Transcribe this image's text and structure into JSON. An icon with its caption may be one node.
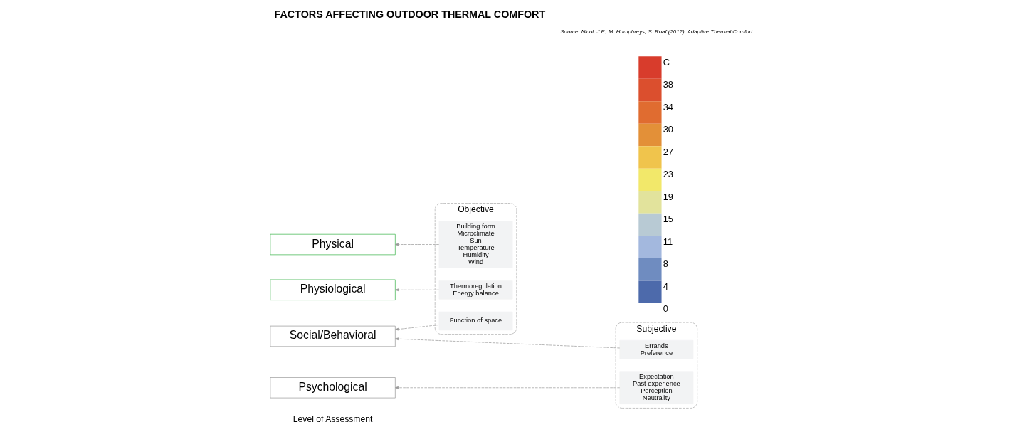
{
  "diagram": {
    "title": "FACTORS AFFECTING OUTDOOR THERMAL COMFORT",
    "caption": "Source: Nicol, J.F., M. Humphreys, S. Roaf (2012). Adaptive Thermal Comfort.",
    "nodes": [
      {
        "text": [
          "Physical"
        ]
      },
      {
        "text": [
          "Physiological"
        ]
      },
      {
        "text": [
          "Psychological"
        ]
      },
      {
        "text": [
          "Social/Behavioral"
        ]
      },
      {
        "text": [
          "Objective"
        ]
      },
      {
        "text": [
          "Building form",
          "Microclimate",
          "Sun",
          "Temperature",
          "Humidity",
          "Wind"
        ],
        "in": 4
      },
      {
        "text": [
          "Thermoregulation",
          "Energy balance"
        ],
        "in": 4
      },
      {
        "text": [
          "Function of space"
        ],
        "in": 4
      },
      {
        "text": [
          "Subjective"
        ]
      },
      {
        "text": [
          "Expectation",
          "Past experience",
          "Perception",
          "Neutrality"
        ],
        "in": 8
      },
      {
        "text": [
          "Errands",
          "Preference"
        ],
        "in": 8
      }
    ],
    "edges": [
      {
        "from": 5,
        "to": 0,
        "arrow": "to",
        "style": "dashed"
      },
      {
        "from": 6,
        "to": 1,
        "arrow": "to",
        "style": "dashed"
      },
      {
        "from": 9,
        "to": 2,
        "arrow": "to",
        "style": "dashed"
      },
      {
        "from": 7,
        "to": 3,
        "arrow": "to",
        "style": "dashed"
      },
      {
        "from": 10,
        "to": 3,
        "arrow": "to",
        "style": "dashed"
      }
    ],
    "labels": [
      "Level of Assessment",
      "0"
    ],
    "legend": [
      {
        "text": "C",
        "color": "#d83c2c"
      },
      {
        "text": "38",
        "color": "#db4f2e"
      },
      {
        "text": "34",
        "color": "#e06c30"
      },
      {
        "text": "30",
        "color": "#e39038"
      },
      {
        "text": "27",
        "color": "#f0c44c"
      },
      {
        "text": "23",
        "color": "#f2e86a"
      },
      {
        "text": "19",
        "color": "#e2e39c"
      },
      {
        "text": "15",
        "color": "#b8cad4"
      },
      {
        "text": "11",
        "color": "#a3b8de"
      },
      {
        "text": "8",
        "color": "#6f8cc0"
      },
      {
        "text": "4",
        "color": "#4d6aab"
      }
    ]
  }
}
